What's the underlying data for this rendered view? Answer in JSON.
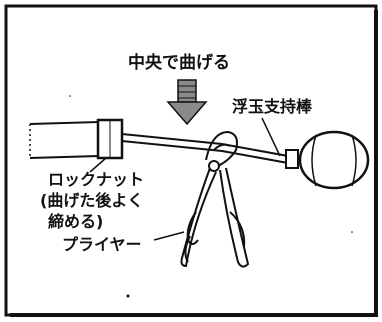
{
  "diagram": {
    "labels": {
      "bend_center": "中央で曲げる",
      "float_rod": "浮玉支持棒",
      "lock_nut": "ロックナット",
      "lock_nut_note_1": "(曲げた後よく",
      "lock_nut_note_2": "締める)",
      "pliers": "プライヤー"
    },
    "colors": {
      "ink": "#111111",
      "arrow_fill": "#8a8a8a",
      "background": "#ffffff"
    }
  }
}
